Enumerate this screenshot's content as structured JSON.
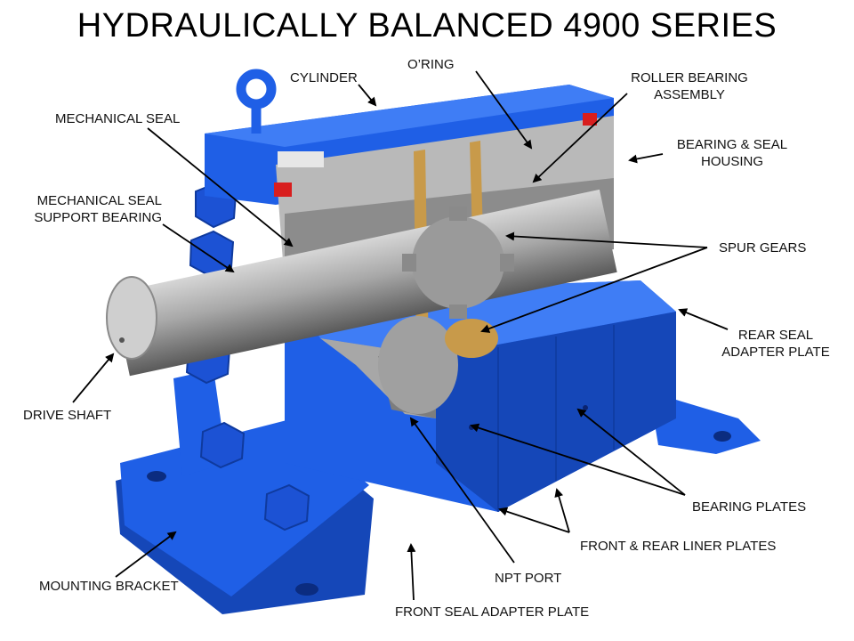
{
  "title": "HYDRAULICALLY BALANCED 4900 SERIES",
  "colors": {
    "housing": "#1f5fe6",
    "steel": "#9a9a9a",
    "bronze": "#c89a4a",
    "seal_red": "#d81e1e"
  },
  "labels": {
    "cylinder": "CYLINDER",
    "oring": "O’RING",
    "roller_bearing_1": "ROLLER BEARING",
    "roller_bearing_2": "ASSEMBLY",
    "mechanical_seal": "MECHANICAL SEAL",
    "bearing_seal_housing_1": "BEARING & SEAL",
    "bearing_seal_housing_2": "HOUSING",
    "seal_support_1": "MECHANICAL SEAL",
    "seal_support_2": "SUPPORT BEARING",
    "spur_gears": "SPUR GEARS",
    "rear_seal_1": "REAR SEAL",
    "rear_seal_2": "ADAPTER PLATE",
    "drive_shaft": "DRIVE SHAFT",
    "bearing_plates": "BEARING PLATES",
    "liner_plates": "FRONT & REAR LINER PLATES",
    "npt_port": "NPT PORT",
    "mounting_bracket": "MOUNTING BRACKET",
    "front_seal": "FRONT SEAL ADAPTER PLATE"
  }
}
